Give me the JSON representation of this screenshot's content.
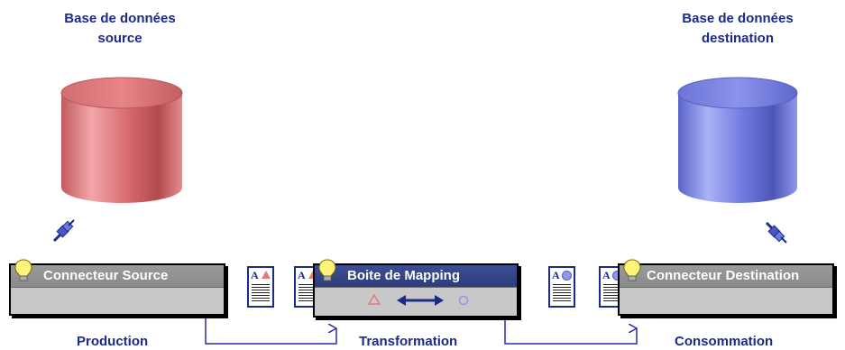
{
  "source_db": {
    "label_line1": "Base de données",
    "label_line2": "source",
    "color": "#d96a6e"
  },
  "dest_db": {
    "label_line1": "Base de données",
    "label_line2": "destination",
    "color": "#6e78e0"
  },
  "boxes": {
    "source": {
      "title": "Connecteur Source"
    },
    "mapping": {
      "title": "Boite de Mapping"
    },
    "destination": {
      "title": "Connecteur Destination"
    }
  },
  "stages": {
    "production": "Production",
    "transformation": "Transformation",
    "consommation": "Consommation"
  },
  "colors": {
    "label": "#1c2a88",
    "flow": "#2a2aa8",
    "mapping_header": "#2c3c7c",
    "box_header": "#8f8f8f"
  }
}
